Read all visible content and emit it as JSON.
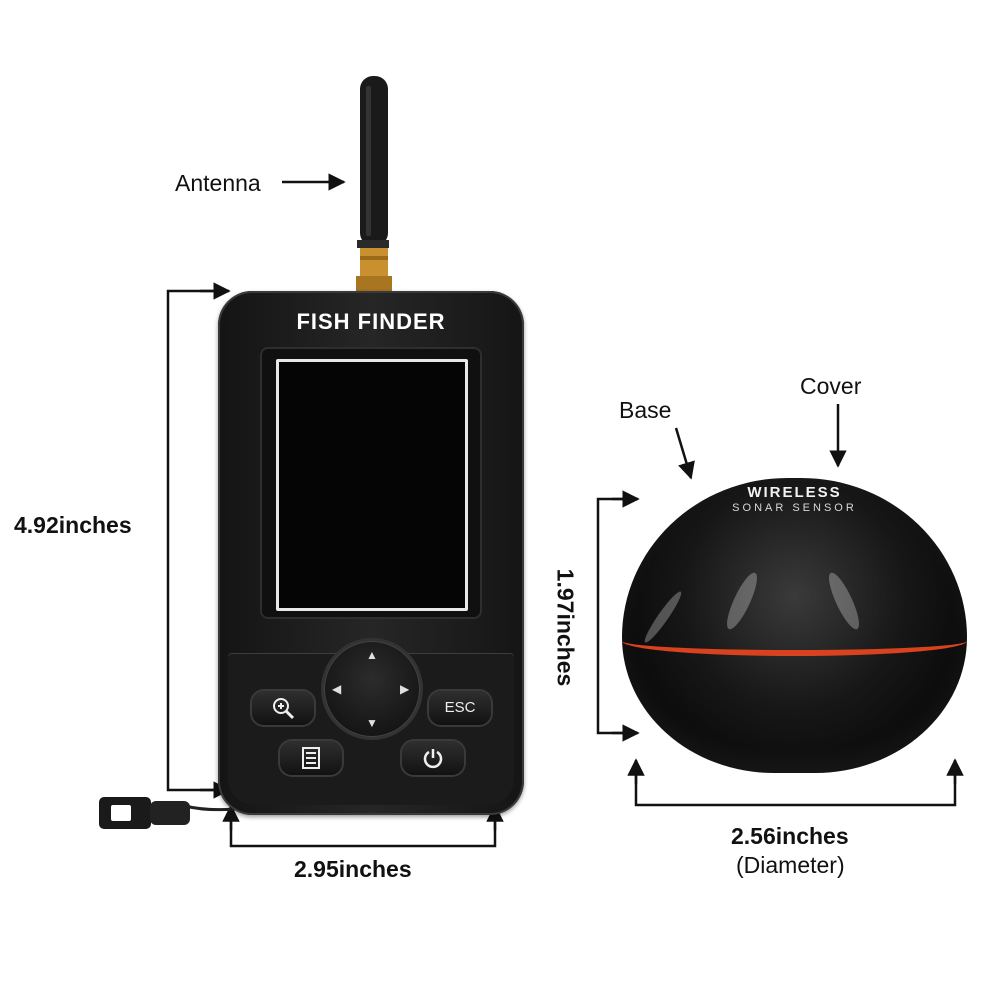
{
  "device": {
    "brand": "FISH FINDER",
    "buttons": {
      "esc": "ESC",
      "zoom_icon": "zoom-in-icon",
      "menu_icon": "menu-icon",
      "power_icon": "power-icon"
    }
  },
  "sensor": {
    "line1": "WIRELESS",
    "line2": "SONAR SENSOR",
    "band_color": "#d9421f"
  },
  "callouts": {
    "antenna": "Antenna",
    "base": "Base",
    "cover": "Cover"
  },
  "dimensions": {
    "device_height": "4.92inches",
    "device_width": "2.95inches",
    "sensor_height": "1.97inches",
    "sensor_diameter": "2.56inches",
    "sensor_diameter_note": "(Diameter)"
  }
}
